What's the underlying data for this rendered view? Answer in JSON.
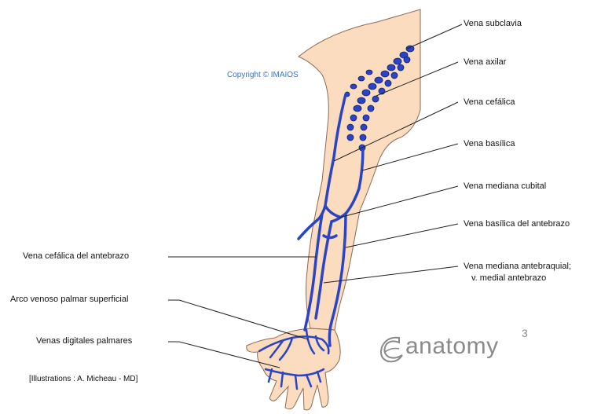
{
  "copyright": "Copyright © IMAIOS",
  "credit": "[Illustrations : A. Micheau - MD]",
  "logo": {
    "word": "anatomy",
    "superscript": "3"
  },
  "labels": {
    "subclavia": "Vena subclavia",
    "axilar": "Vena axilar",
    "cefalica": "Vena cefálica",
    "basilica": "Vena basílica",
    "mediana_cubital": "Vena mediana cubital",
    "basilica_antebrazo": "Vena basílica del antebrazo",
    "mediana_antebraquial_1": "Vena mediana antebraquial;",
    "mediana_antebraquial_2": "v. medial antebrazo",
    "cefalica_antebrazo": "Vena cefálica del antebrazo",
    "arco_venoso": "Arco venoso palmar superficial",
    "digitales": "Venas digitales palmares"
  },
  "colors": {
    "skin": "#fbdcbf",
    "skin_outline": "#8c6a55",
    "vein": "#2a44c6",
    "vein_outline": "#10206e",
    "leader": "#222222",
    "copyright": "#3b74c4",
    "logo": "#8a8a8a"
  }
}
